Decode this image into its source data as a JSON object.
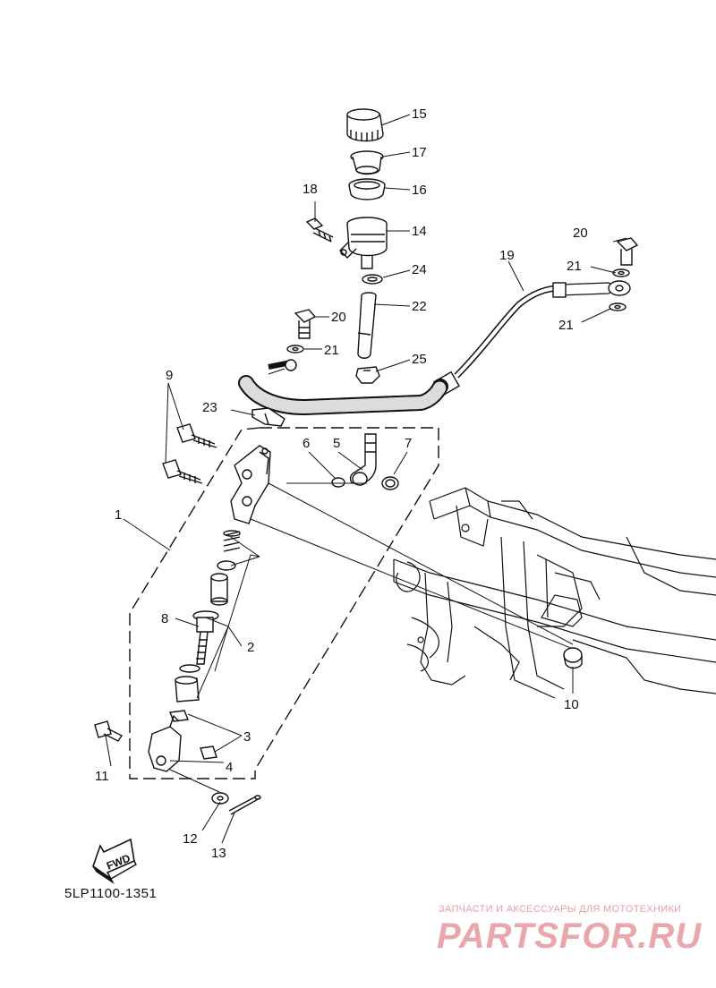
{
  "diagram": {
    "part_code": "5LP1100-1351",
    "fwd_label": "FWD",
    "watermark_tagline": "ЗАПЧАСТИ И АКСЕССУАРЫ ДЛЯ МОТОТЕХНИКИ",
    "watermark_brand": "PARTSFOR.RU",
    "callouts": [
      "1",
      "2",
      "3",
      "4",
      "5",
      "6",
      "7",
      "8",
      "9",
      "10",
      "11",
      "12",
      "13",
      "14",
      "15",
      "16",
      "17",
      "18",
      "19",
      "20",
      "20",
      "21",
      "21",
      "21",
      "22",
      "23",
      "24",
      "25"
    ]
  }
}
